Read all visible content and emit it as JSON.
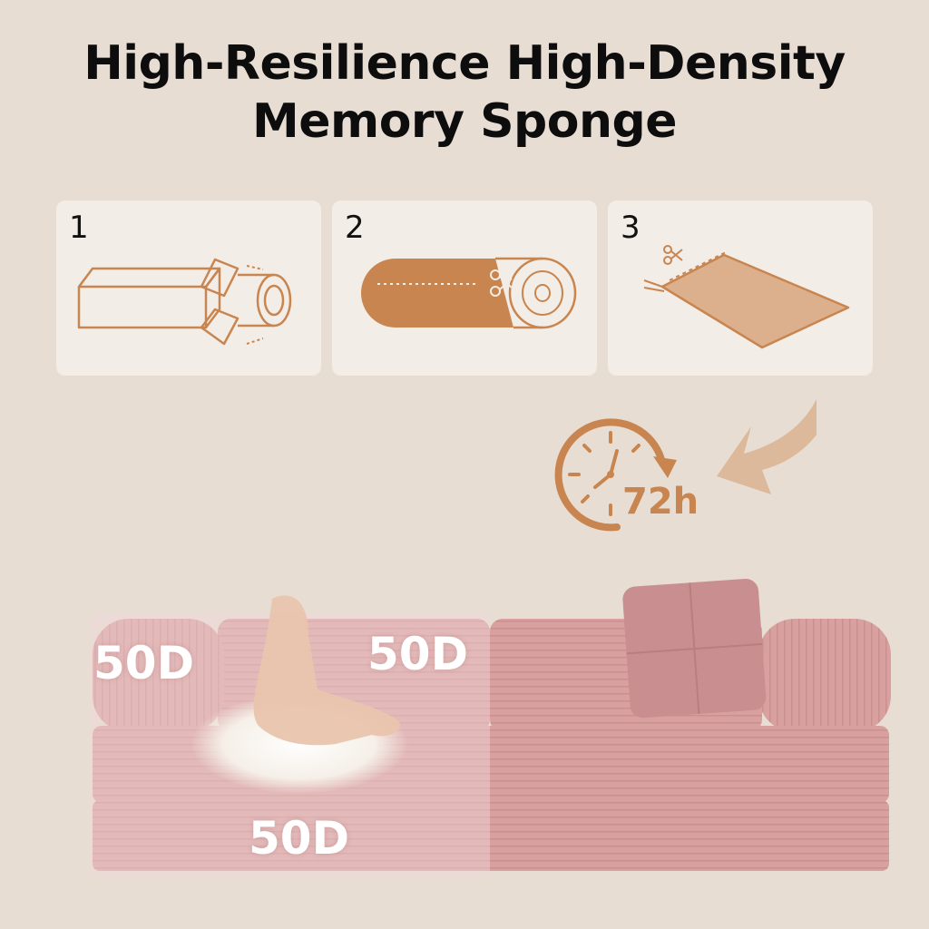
{
  "title": {
    "line1": "High-Resilience High-Density",
    "line2": "Memory Sponge"
  },
  "steps": [
    {
      "number": "1",
      "icon": "unroll-package-icon"
    },
    {
      "number": "2",
      "icon": "cut-wrap-icon"
    },
    {
      "number": "3",
      "icon": "peel-bag-icon"
    }
  ],
  "timer": {
    "label": "72h",
    "icon": "clock-icon"
  },
  "density_labels": {
    "back_left": "50D",
    "back_middle": "50D",
    "bottom": "50D"
  },
  "colors": {
    "background": "#e8ddd3",
    "card": "#f3ede7",
    "accent": "#c8854f",
    "sofa": "#d9a0a0"
  }
}
